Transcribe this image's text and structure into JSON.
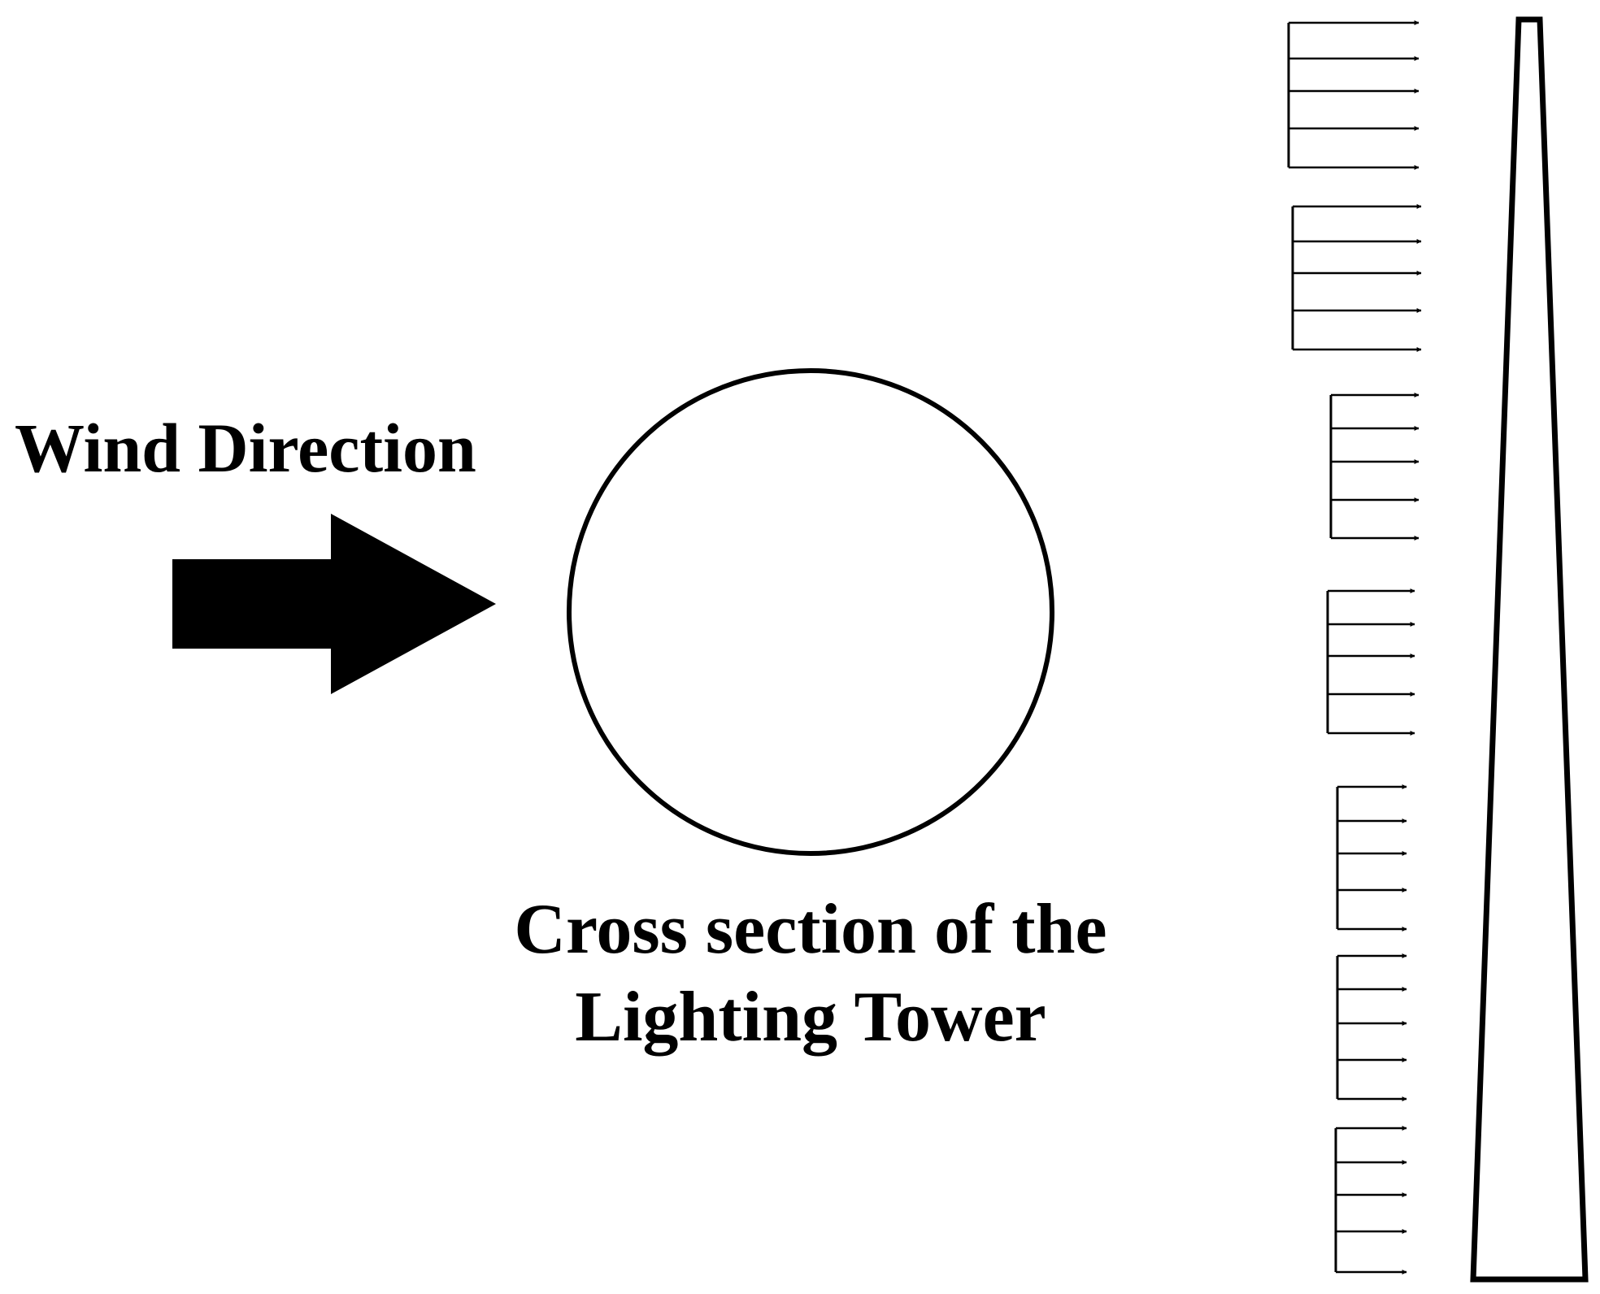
{
  "labels": {
    "wind_direction": "Wind Direction",
    "cross_section_line1": "Cross section of the",
    "cross_section_line2": "Lighting Tower"
  },
  "colors": {
    "ink": "#000000",
    "background": "#ffffff"
  }
}
